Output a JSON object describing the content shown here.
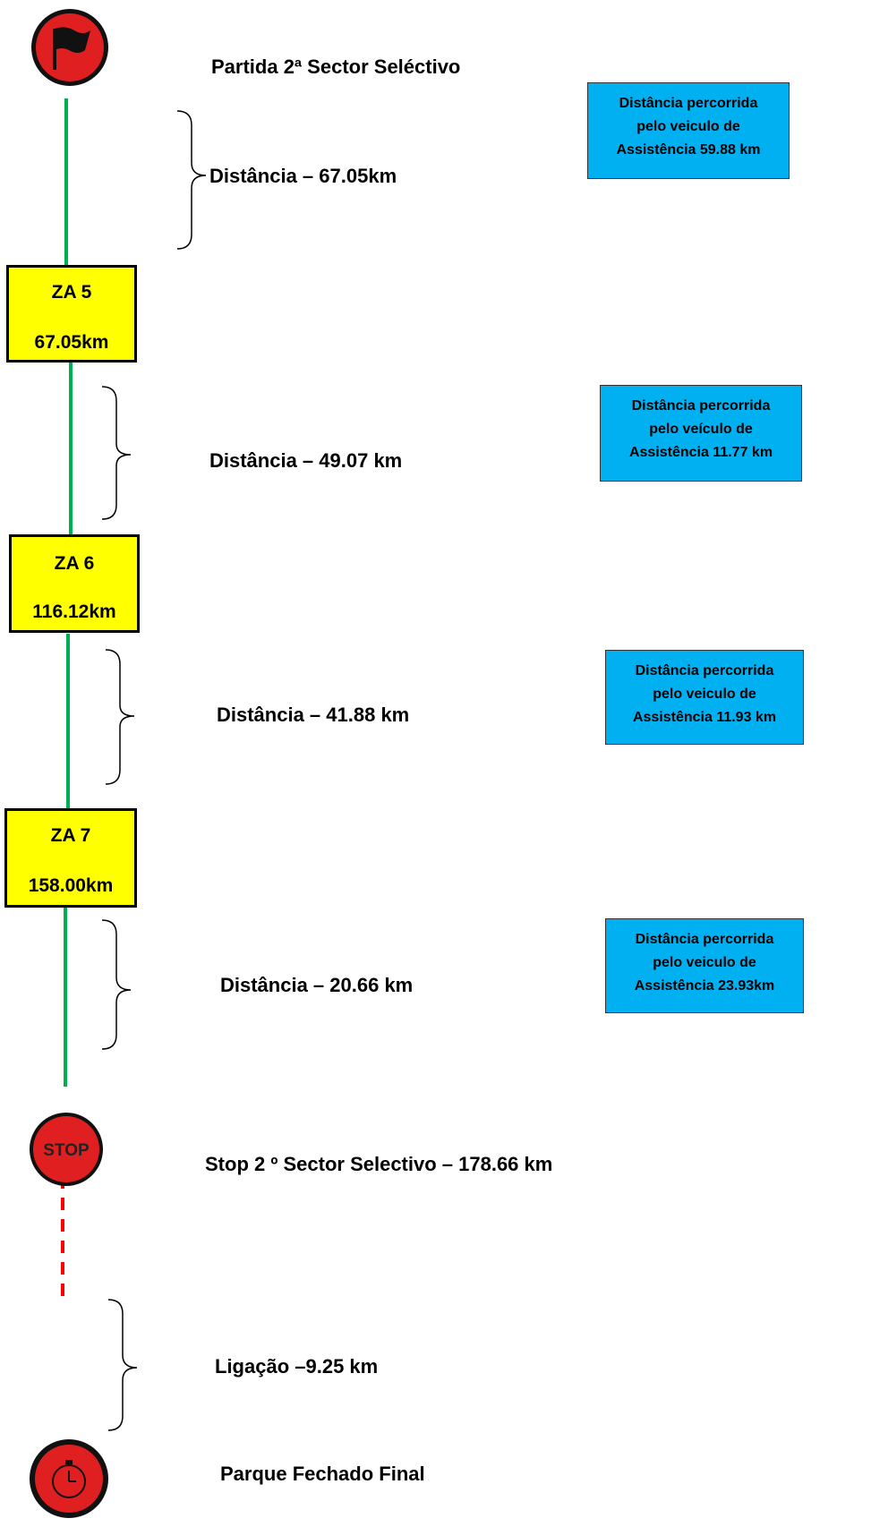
{
  "start": {
    "label": "Partida 2ª Sector Seléctivo",
    "icon": "flag-icon"
  },
  "segments": [
    {
      "distance_label": "Distância –  67.05km",
      "assist_line1": "Distância percorrida",
      "assist_line2": "pelo veiculo de",
      "assist_line3": "Assistência  59.88 km"
    },
    {
      "distance_label": "Distância – 49.07 km",
      "assist_line1": "Distância percorrida",
      "assist_line2": "pelo veículo de",
      "assist_line3": "Assistência 11.77 km"
    },
    {
      "distance_label": "Distância –  41.88 km",
      "assist_line1": "Distância percorrida",
      "assist_line2": "pelo veiculo de",
      "assist_line3": "Assistência  11.93 km"
    },
    {
      "distance_label": "Distância –  20.66 km",
      "assist_line1": "Distância percorrida",
      "assist_line2": "pelo veiculo de",
      "assist_line3": "Assistência  23.93km"
    }
  ],
  "zones": [
    {
      "name": "ZA 5",
      "km": "67.05km"
    },
    {
      "name": "ZA 6",
      "km": "116.12km"
    },
    {
      "name": "ZA 7",
      "km": "158.00km"
    }
  ],
  "stop": {
    "icon_text": "STOP",
    "label": "Stop 2 º Sector Selectivo – 178.66 km"
  },
  "link": {
    "label": "Ligação –9.25 km"
  },
  "finish": {
    "label": "Parque Fechado Final",
    "icon": "stopwatch-icon"
  },
  "colors": {
    "route_line": "#00b050",
    "link_line": "#ff0000",
    "zone_fill": "#ffff00",
    "assist_fill": "#00b0f0",
    "icon_red": "#e02020"
  }
}
